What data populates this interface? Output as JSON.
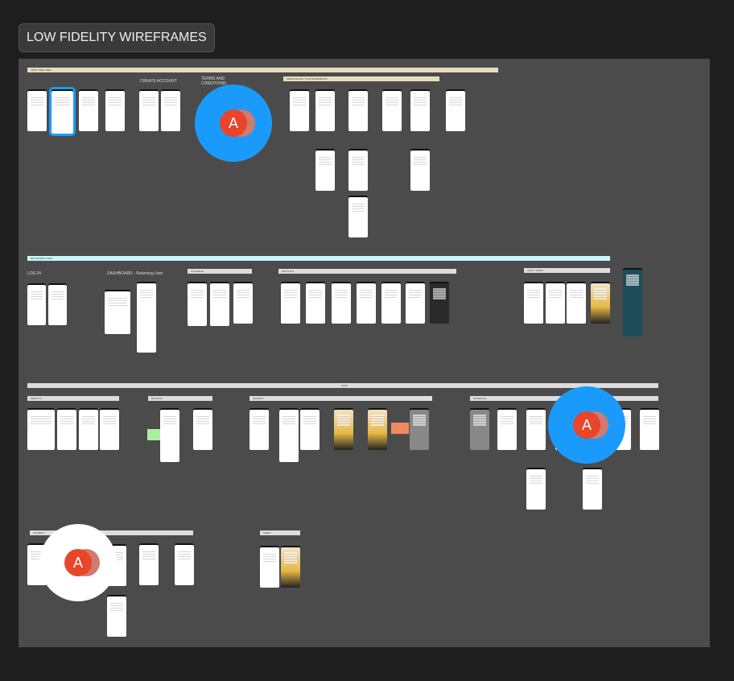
{
  "page": {
    "title": "LOW FIDELITY WIREFRAMES"
  },
  "sections": {
    "first_time_user": "FIRST TIME USER",
    "onboarding": "PERSONALIZE YOUR EXPERIENCE",
    "create_account": "CREATE ACCOUNT",
    "terms": "TERMS AND CONDITIONS",
    "returning_user": "RETURNING USER",
    "log_in": "LOG IN",
    "dashboard": "DASHBOARD - Returning User",
    "calendar": "CALENDAR",
    "settings": "SETTINGS",
    "chat": "CHAT / VIDEO",
    "main": "MAIN",
    "results": "RESULTS",
    "booking": "BOOKING",
    "session": "SESSION",
    "schedule": "SCHEDULE",
    "payment": "PAYMENT",
    "video": "VIDEO"
  },
  "avatars": [
    {
      "initial": "A"
    },
    {
      "initial": "A"
    },
    {
      "initial": "A"
    }
  ],
  "colors": {
    "canvas": "#1e1e1e",
    "board": "#4b4b4b",
    "avatar_blue": "#1a9bfc",
    "avatar_red": "#e8452a"
  }
}
